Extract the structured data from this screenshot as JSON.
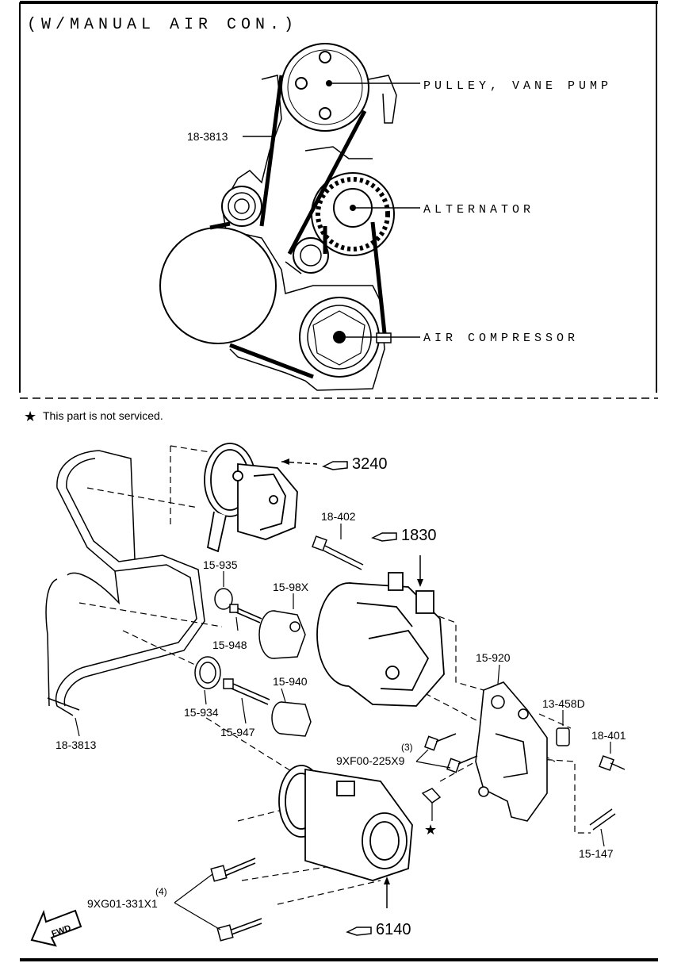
{
  "top_section": {
    "heading": "(W/MANUAL AIR CON.)",
    "labels": {
      "vane_pump": "PULLEY, VANE PUMP",
      "alternator": "ALTERNATOR",
      "compressor": "AIR COMPRESSOR",
      "belt": "18-3813"
    }
  },
  "bottom_section": {
    "note": "This part is not serviced.",
    "refs": {
      "r3240": "3240",
      "r1830": "1830",
      "r6140": "6140"
    },
    "parts": {
      "p18_402": "18-402",
      "p15_935": "15-935",
      "p15_98x": "15-98X",
      "p15_948": "15-948",
      "p15_934": "15-934",
      "p15_940": "15-940",
      "p15_947": "15-947",
      "p18_3813": "18-3813",
      "p15_920": "15-920",
      "p13_458d": "13-458D",
      "p18_401": "18-401",
      "p9xf00": "9XF00-225X9",
      "p9xf00_qty": "(3)",
      "p15_147": "15-147",
      "p9xg01": "9XG01-331X1",
      "p9xg01_qty": "(4)",
      "fwd": "FWD"
    }
  }
}
